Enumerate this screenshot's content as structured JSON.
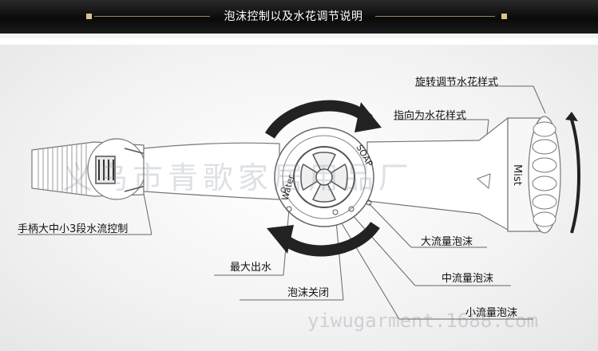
{
  "header": {
    "title": "泡沫控制以及水花调节说明"
  },
  "labels": {
    "rotate": "旋转调节水花样式",
    "pointer": "指向为水花样式",
    "handle_control": "手柄大中小3段水流控制",
    "max_water": "最大出水",
    "foam_off": "泡沫关闭",
    "large_foam": "大流量泡沫",
    "medium_foam": "中流量泡沫",
    "small_foam": "小流量泡沫"
  },
  "dial": {
    "soap": "SOAP",
    "water": "Water"
  },
  "nozzle": {
    "mist": "Mist"
  },
  "watermark": {
    "cn": "义乌市青歌家居用品厂",
    "url": "yiwugarment.1688.com"
  }
}
